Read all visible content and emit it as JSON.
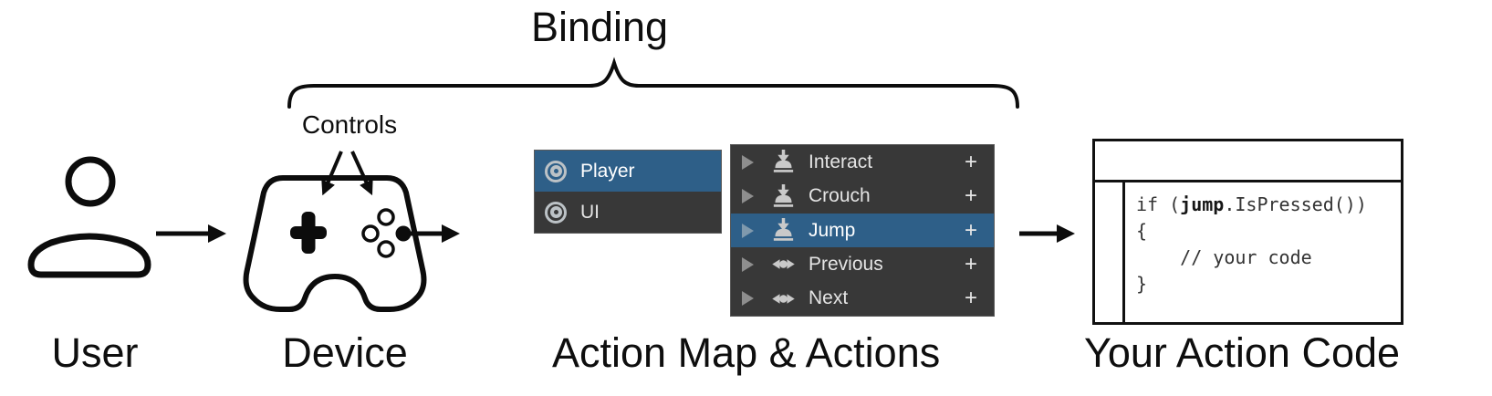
{
  "labels": {
    "binding": "Binding",
    "controls": "Controls",
    "user": "User",
    "device": "Device",
    "action_map": "Action Map & Actions",
    "action_code": "Your Action Code"
  },
  "action_map_panel": {
    "items": [
      {
        "label": "Player",
        "selected": true
      },
      {
        "label": "UI",
        "selected": false
      }
    ]
  },
  "actions_panel": {
    "items": [
      {
        "label": "Interact",
        "icon": "button",
        "selected": false,
        "add": "+"
      },
      {
        "label": "Crouch",
        "icon": "button",
        "selected": false,
        "add": "+"
      },
      {
        "label": "Jump",
        "icon": "button",
        "selected": true,
        "add": "+"
      },
      {
        "label": "Previous",
        "icon": "axis",
        "selected": false,
        "add": "+"
      },
      {
        "label": "Next",
        "icon": "axis",
        "selected": false,
        "add": "+"
      }
    ]
  },
  "code_box": {
    "line1_before": "if (",
    "line1_bold": "jump",
    "line1_after": ".IsPressed())",
    "line2": "{",
    "line3": "    // your code",
    "line4": "}"
  },
  "colors": {
    "selection_blue": "#2e5f88",
    "panel_dark": "#383838",
    "panel_border": "#5a5a5a",
    "icon_gray": "#c9c9c9",
    "stroke_black": "#0c0c0c",
    "code_text": "#333333"
  }
}
